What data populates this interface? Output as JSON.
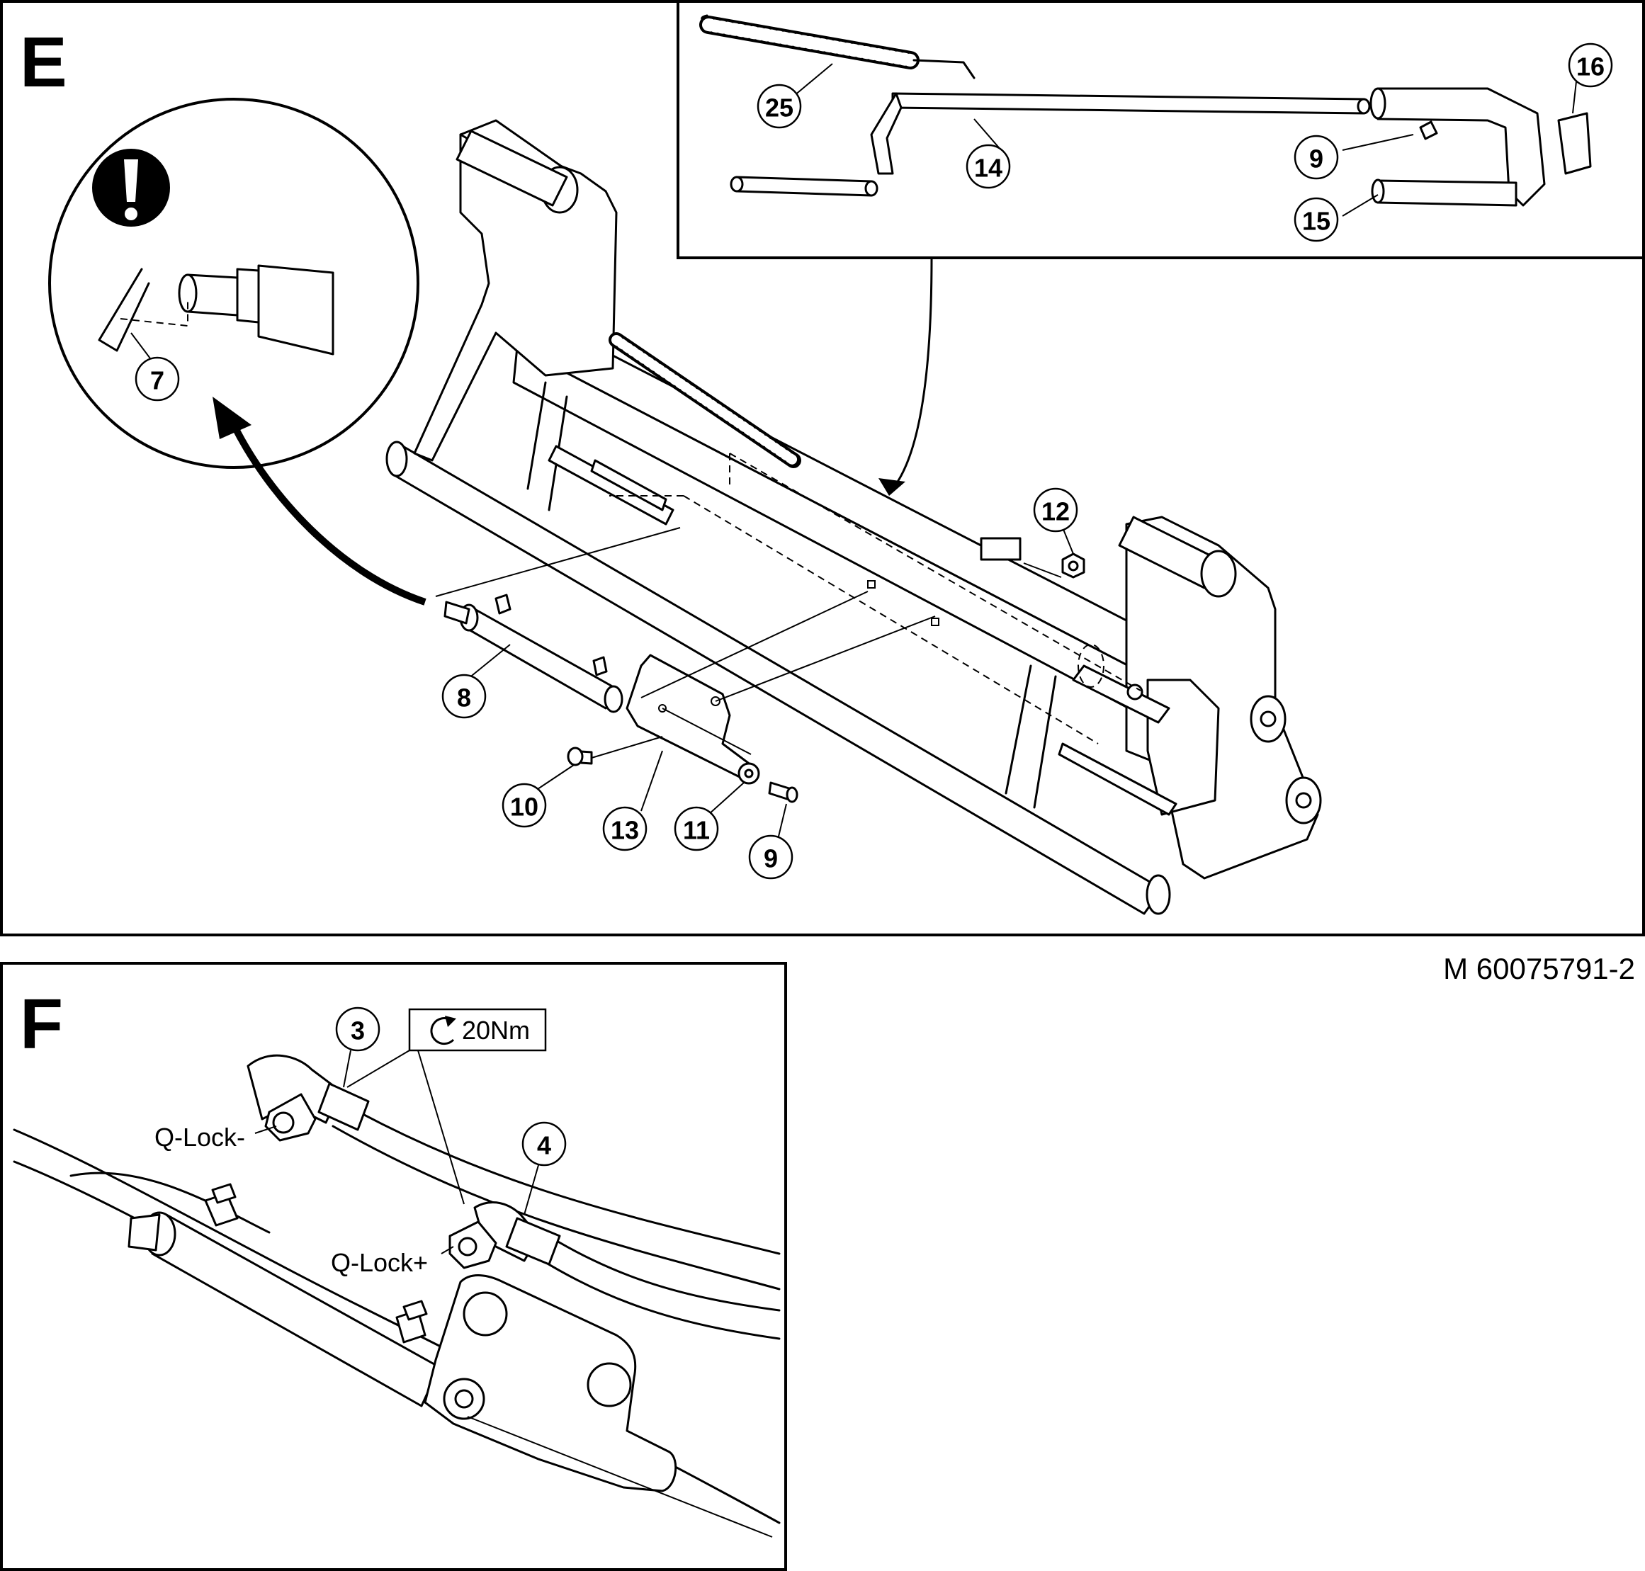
{
  "panel_e": {
    "letter": "E",
    "callouts": [
      "25",
      "14",
      "16",
      "9",
      "15",
      "7",
      "12",
      "8",
      "10",
      "13",
      "11",
      "9"
    ]
  },
  "panel_f": {
    "letter": "F",
    "callouts": [
      "3",
      "4"
    ],
    "torque_label": "20Nm",
    "q_lock_minus": "Q-Lock-",
    "q_lock_plus": "Q-Lock+"
  },
  "doc_number": "M 60075791-2",
  "icons": {
    "warning": "exclamation-icon",
    "torque": "torque-rotation-icon"
  }
}
